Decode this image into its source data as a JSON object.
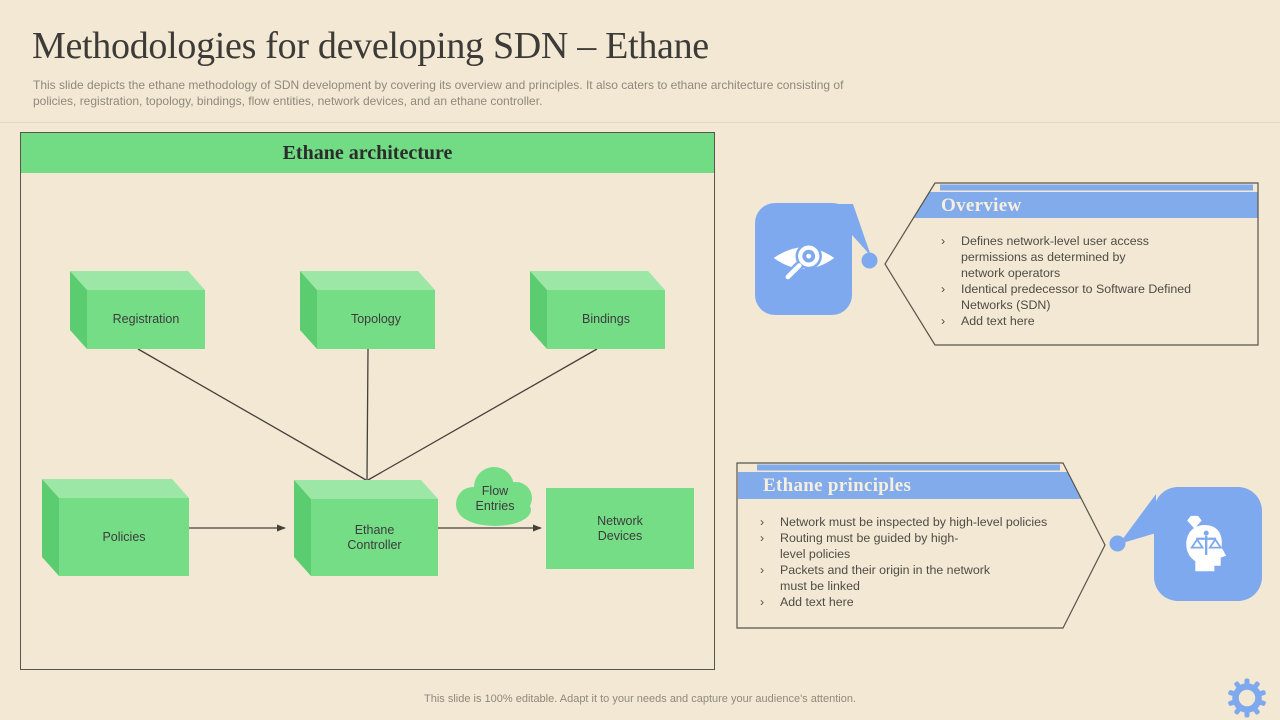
{
  "slide": {
    "title": "Methodologies for developing SDN – Ethane",
    "subtitle": "This slide depicts the ethane methodology of SDN development by covering its overview and principles. It also caters to ethane architecture consisting of\npolicies, registration, topology, bindings, flow entities, network devices, and an ethane controller.",
    "footer": "This slide is 100% editable. Adapt it to your needs and capture your audience's attention."
  },
  "architecture": {
    "header": "Ethane architecture",
    "nodes": {
      "registration": "Registration",
      "topology": "Topology",
      "bindings": "Bindings",
      "policies": "Policies",
      "controller": "Ethane\nController",
      "flow_entries": "Flow\nEntries",
      "network_devices": "Network\nDevices"
    }
  },
  "overview": {
    "header": "Overview",
    "icon": "eye-magnifier-icon",
    "bullet_char": "›",
    "bullets": [
      "Defines network-level user access\npermissions as determined by\nnetwork operators",
      "Identical predecessor to Software Defined\nNetworks (SDN)",
      "Add text here"
    ]
  },
  "principles": {
    "header": "Ethane principles",
    "icon": "head-ethics-icon",
    "bullet_char": "›",
    "bullets": [
      "Network must be inspected by high-level policies",
      "Routing must be guided by high-\nlevel policies",
      "Packets and their origin in the network\nmust be linked",
      "Add text here"
    ]
  },
  "colors": {
    "bg": "#f2e8d4",
    "panel_border": "#59554b",
    "line": "#45413a",
    "green_front": "#76dd87",
    "green_top": "#9ce7a6",
    "green_side": "#5bcd70",
    "green_header": "#72dc84",
    "blue": "#82abec",
    "blue_icon": "#7fa9ee",
    "header_text": "#f6efdd",
    "title_text": "#3d3b38",
    "body_text": "#4f4c45",
    "muted_text": "#8f897b"
  }
}
